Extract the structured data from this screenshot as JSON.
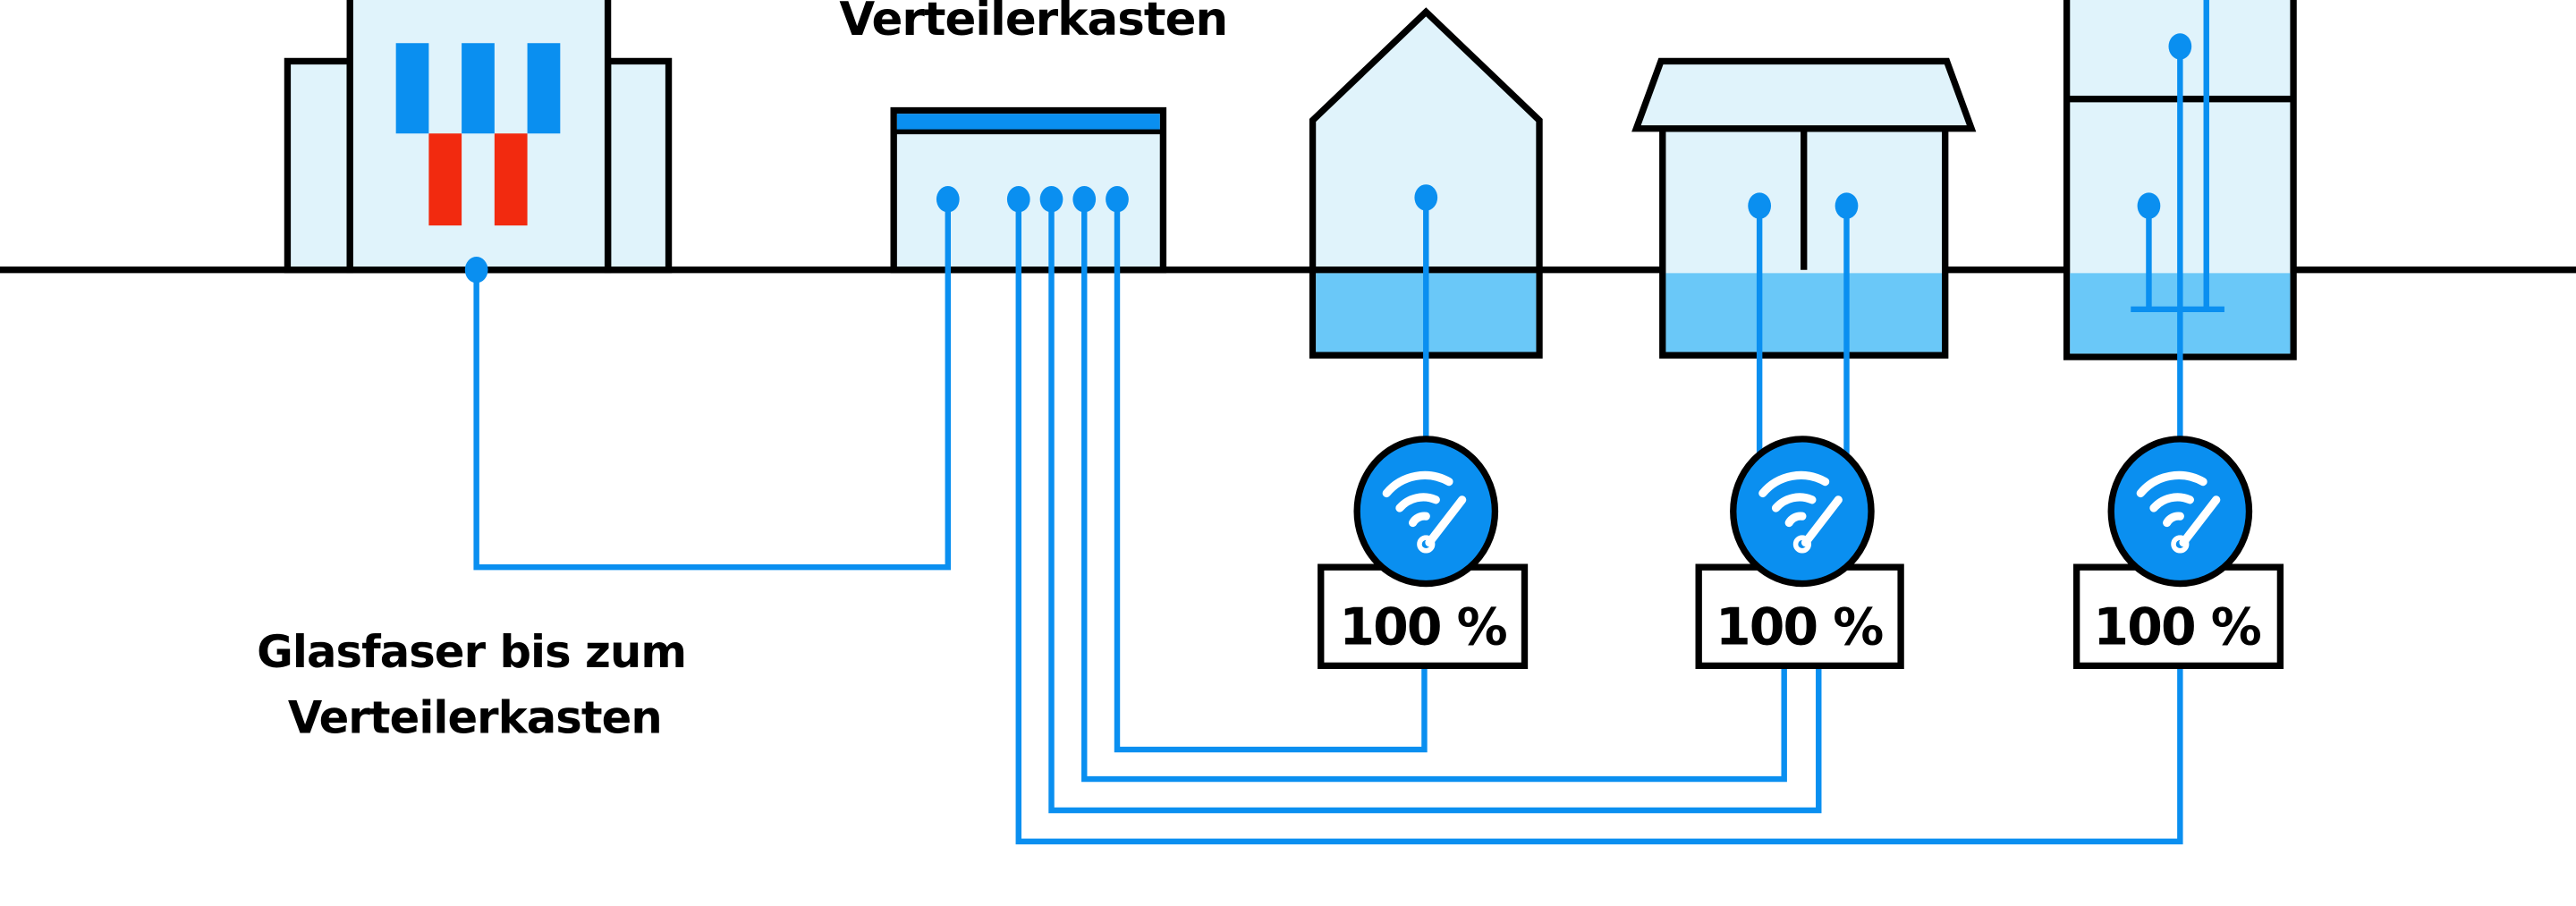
{
  "labels": {
    "top": "Verteilerkasten",
    "bottom_line1": "Glasfaser bis zum",
    "bottom_line2": "Verteilerkasten"
  },
  "homes": [
    {
      "type": "single-family-house",
      "speed": "100 %",
      "icon": "wifi-speed-gauge-icon"
    },
    {
      "type": "double-house",
      "speed": "100 %",
      "icon": "wifi-speed-gauge-icon"
    },
    {
      "type": "apartment-building",
      "speed": "100 %",
      "icon": "wifi-speed-gauge-icon"
    }
  ],
  "colors": {
    "fiber": "#0a8ff0",
    "building_fill": "#e0f3fb",
    "basement_fill": "#6ac8f8",
    "accent_red": "#f22a0f",
    "outline": "#000000"
  }
}
